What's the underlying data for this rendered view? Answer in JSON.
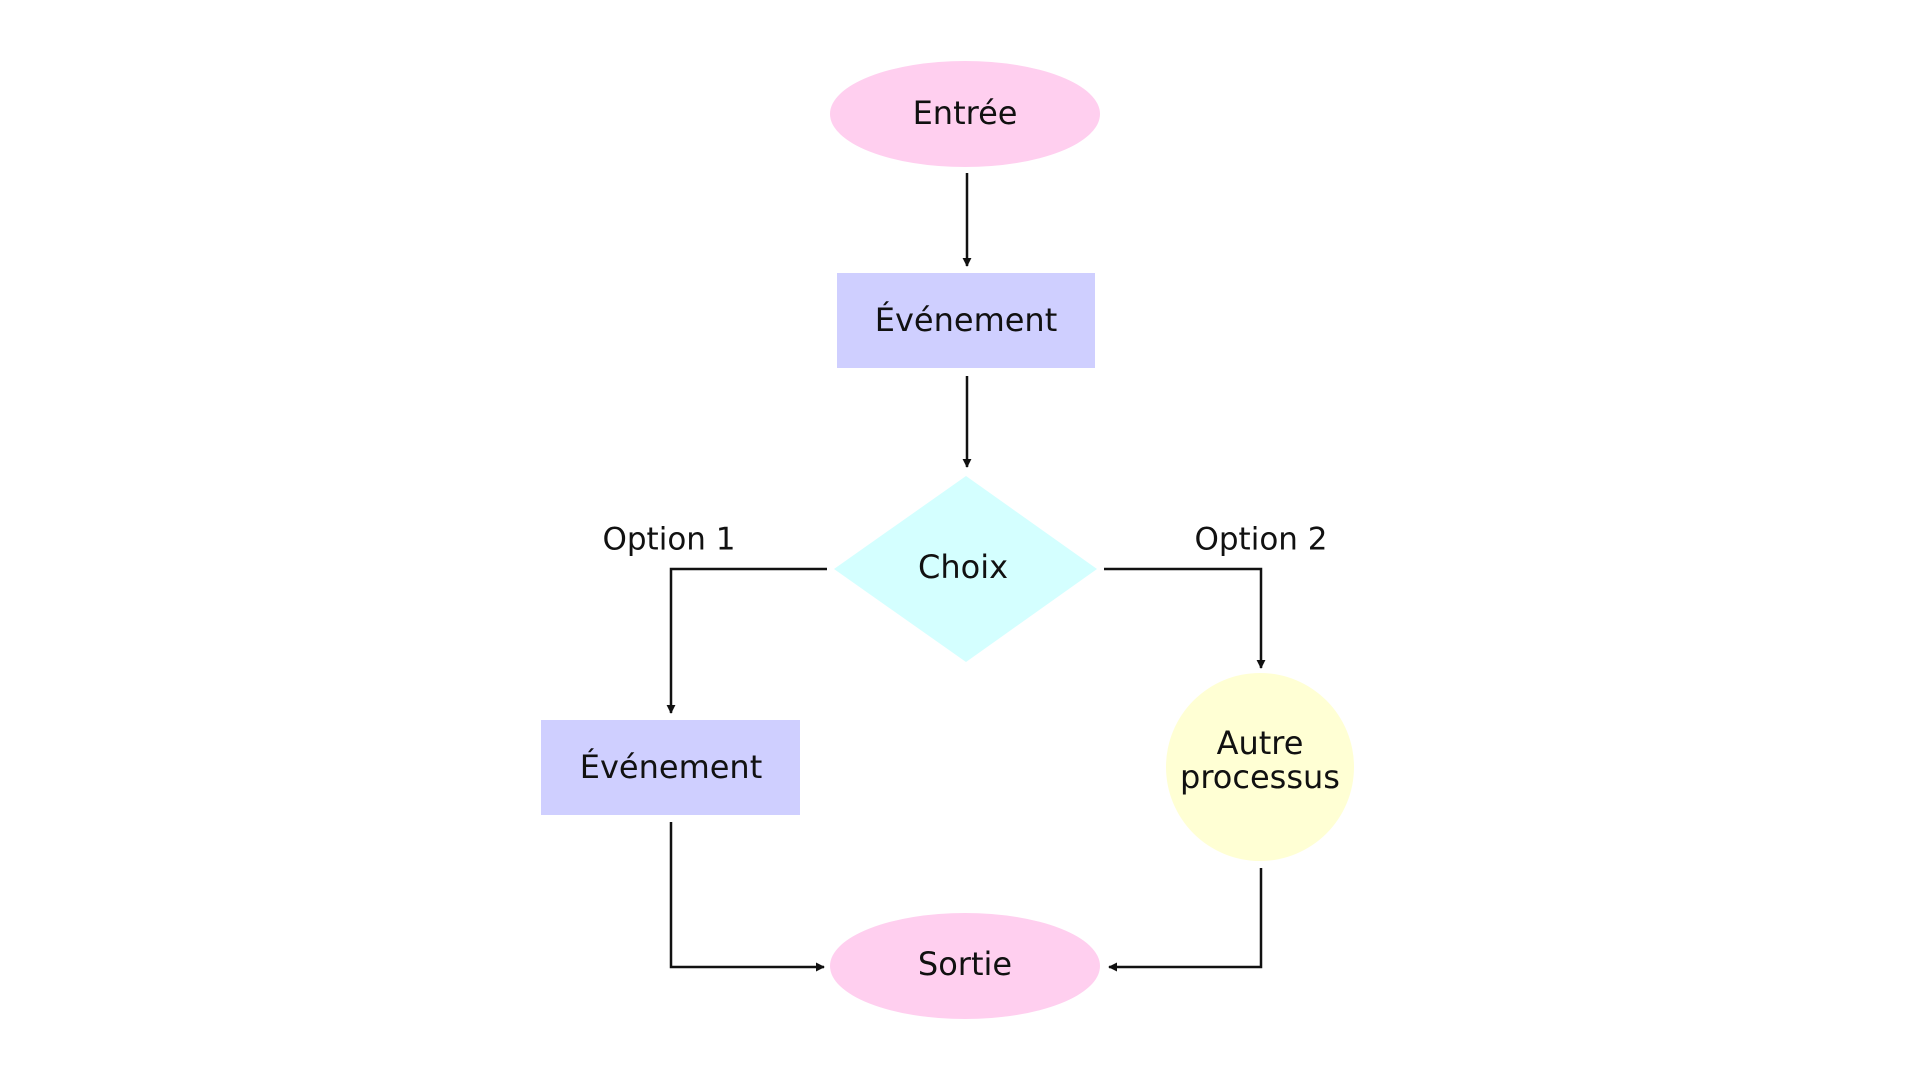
{
  "nodes": {
    "start": {
      "label": "Entrée",
      "shape": "ellipse",
      "color": "#FFCFEF"
    },
    "event_top": {
      "label": "Événement",
      "shape": "rectangle",
      "color": "#CFCFFF"
    },
    "decision": {
      "label": "Choix",
      "shape": "diamond",
      "color": "#D4FFFF"
    },
    "event_left": {
      "label": "Événement",
      "shape": "rectangle",
      "color": "#CFCFFF"
    },
    "other_process": {
      "label_line1": "Autre",
      "label_line2": "processus",
      "shape": "circle",
      "color": "#FFFFD4"
    },
    "end": {
      "label": "Sortie",
      "shape": "ellipse",
      "color": "#FFCFEF"
    }
  },
  "edges": {
    "option_1": {
      "label": "Option 1"
    },
    "option_2": {
      "label": "Option 2"
    }
  },
  "line_color": "#111111"
}
